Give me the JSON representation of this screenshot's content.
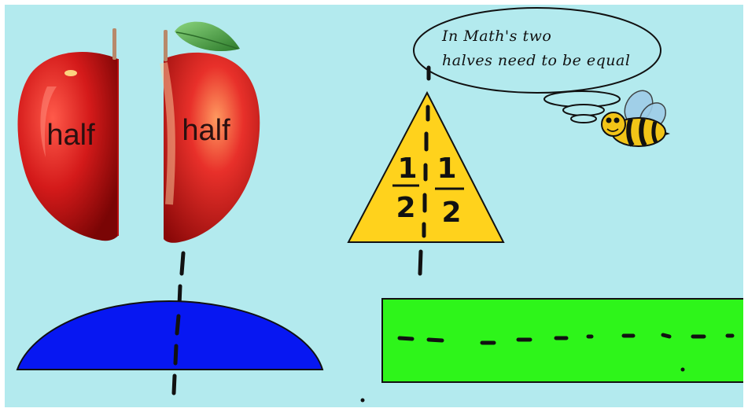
{
  "apple": {
    "left_label": "half",
    "right_label": "half",
    "colors": {
      "skin": "#d41a1a",
      "leaf": "#3e9c3b",
      "stem": "#b8896a"
    }
  },
  "thought_bubble": {
    "line1": "In Math's two",
    "line2": "halves need to be equal"
  },
  "triangle": {
    "left_numerator": "1",
    "left_denominator": "2",
    "right_numerator": "1",
    "right_denominator": "2",
    "color": "#ffd21c"
  },
  "semicircle": {
    "color": "#0717f2"
  },
  "rectangle": {
    "color": "#2ef51a"
  },
  "bee": {
    "colors": {
      "body": "#f2c417",
      "stripes": "#111111",
      "wings": "#9ecde8"
    }
  },
  "background_color": "#b3eaee"
}
